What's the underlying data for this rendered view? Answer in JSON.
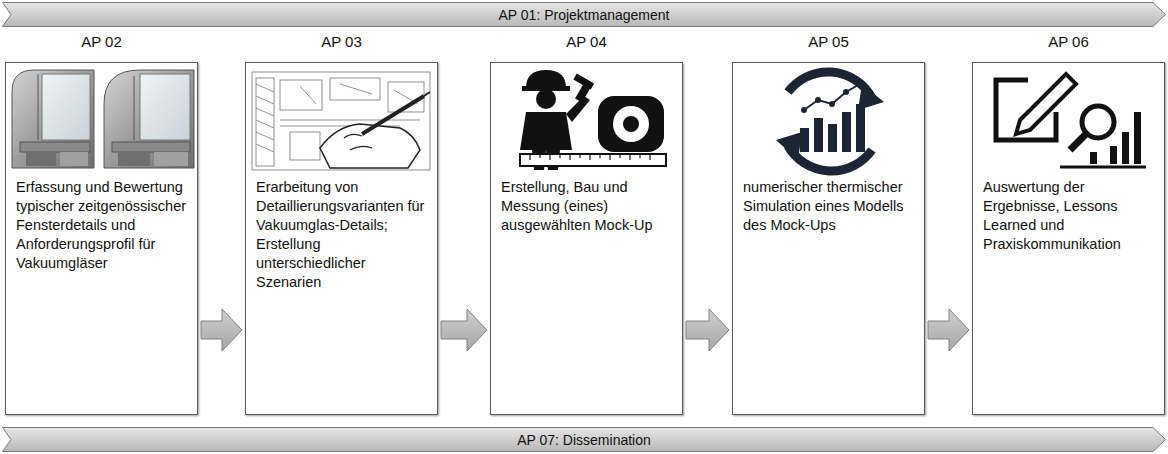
{
  "diagram": {
    "nodes": [
      {
        "text": [
          "AP 01: Projektmanagement"
        ]
      },
      {
        "text": [
          "AP 02",
          "Erfassung und Bewertung typischer zeitgenössischer Fensterdetails und Anforderungsprofil für Vakuumgläser"
        ]
      },
      {
        "text": [
          "AP 03",
          "Erarbeitung von Detaillierungsvarianten für Vakuumglas-Details; Erstellung unterschiedlicher Szenarien"
        ]
      },
      {
        "text": [
          "AP 04",
          "Erstellung, Bau und Messung (eines) ausgewählten Mock-Up"
        ]
      },
      {
        "text": [
          "AP 05",
          "numerischer thermischer Simulation eines Modells des Mock-Ups"
        ]
      },
      {
        "text": [
          "AP 06",
          "Auswertung der Ergebnisse, Lessons Learned und Praxiskommunikation"
        ]
      },
      {
        "text": [
          "AP 07: Dissemination"
        ]
      }
    ],
    "edges": [
      {
        "from": 1,
        "to": 2,
        "arrow": "to"
      },
      {
        "from": 2,
        "to": 3,
        "arrow": "to"
      },
      {
        "from": 3,
        "to": 4,
        "arrow": "to"
      },
      {
        "from": 4,
        "to": 5,
        "arrow": "to"
      }
    ]
  }
}
